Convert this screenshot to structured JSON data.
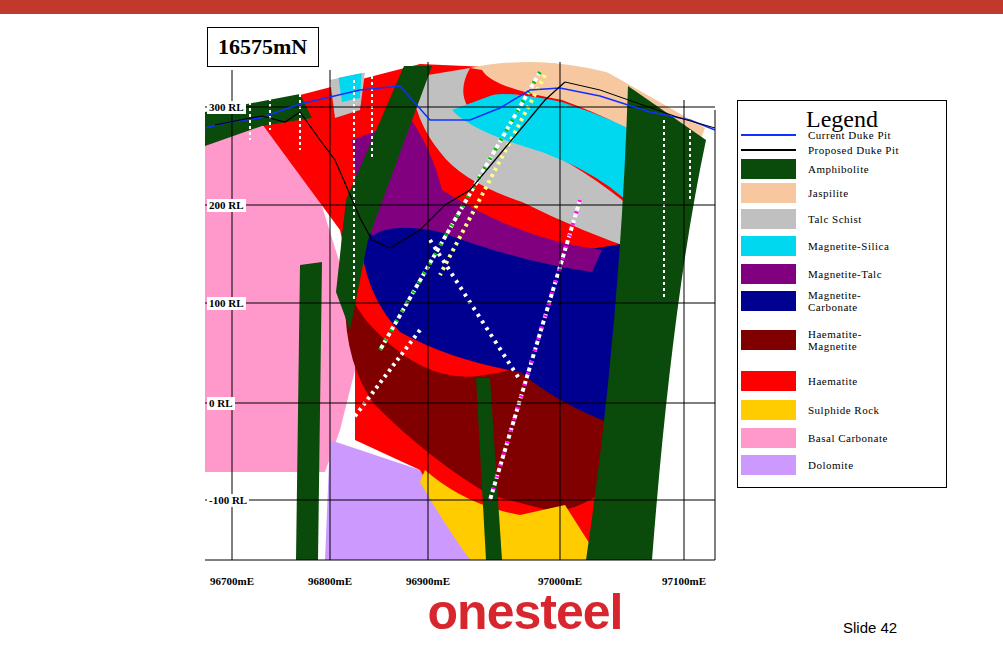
{
  "diagram": {
    "nodes": [
      {
        "text": [
          "16575mN"
        ]
      },
      {
        "text": [
          "Legend"
        ]
      }
    ],
    "labels": [
      "300 RL",
      "200 RL",
      "100 RL",
      "0 RL",
      "-100 RL",
      "96700mE",
      "96800mE",
      "96900mE",
      "97000mE",
      "97100mE",
      "onesteel",
      "Slide 42"
    ],
    "legend": [
      {
        "text": "Current Duke Pit"
      },
      {
        "text": "Proposed Duke Pit"
      },
      {
        "text": "Amphibolite",
        "color": "#0a4a0a"
      },
      {
        "text": "Jaspilite",
        "color": "#f7c8a0"
      },
      {
        "text": "Talc Schist",
        "color": "#c0c0c0"
      },
      {
        "text": "Magnetite-Silica",
        "color": "#00d8f0"
      },
      {
        "text": "Magnetite-Talc",
        "color": "#800080"
      },
      {
        "text": "Magnetite-Carbonate",
        "color": "#000090"
      },
      {
        "text": "Haematite-Magnetite",
        "color": "#800000"
      },
      {
        "text": "Haematite",
        "color": "#ff0000"
      },
      {
        "text": "Sulphide Rock",
        "color": "#ffcc00"
      },
      {
        "text": "Basal Carbonate",
        "color": "#ff99cc"
      },
      {
        "text": "Dolomite",
        "color": "#cc99ff"
      }
    ]
  }
}
